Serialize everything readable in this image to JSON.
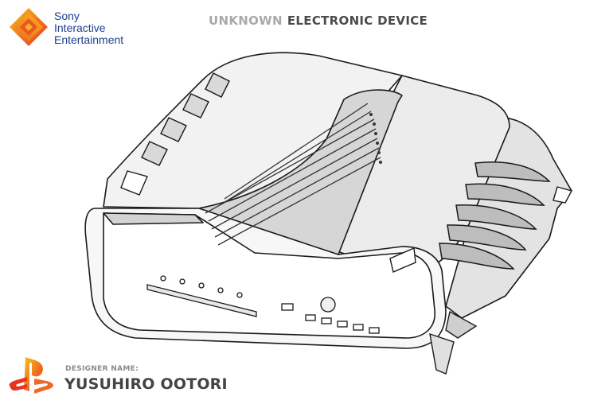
{
  "brand": {
    "company_line1": "Sony",
    "company_line2": "Interactive",
    "company_line3": "Entertainment",
    "logo_colors": [
      "#f5a623",
      "#ee6a24",
      "#e8331f",
      "#f8c21a"
    ]
  },
  "title": {
    "muted": "UNKNOWN",
    "main": "ELECTRONIC DEVICE"
  },
  "designer": {
    "label": "DESIGNER NAME:",
    "name": "YUSUHIRO OOTORI"
  },
  "icons": {
    "company_logo": "sony-interactive-logo-icon",
    "playstation_logo": "playstation-logo-icon"
  }
}
